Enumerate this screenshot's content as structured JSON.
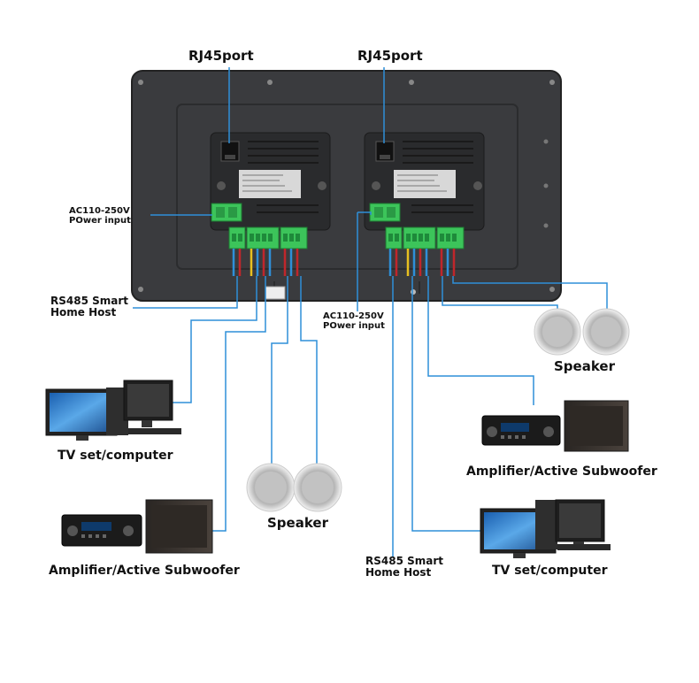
{
  "labels": {
    "rj45_left": "RJ45port",
    "rj45_right": "RJ45port",
    "power_left_1": "AC110-250V",
    "power_left_2": "POwer input",
    "power_right_1": "AC110-250V",
    "power_right_2": "POwer input",
    "rs485_left_1": "RS485 Smart",
    "rs485_left_2": "Home Host",
    "rs485_right_1": "RS485 Smart",
    "rs485_right_2": "Home Host",
    "tv_left": "TV set/computer",
    "tv_right": "TV set/computer",
    "amp_left": "Amplifier/Active Subwoofer",
    "amp_right": "Amplifier/Active Subwoofer",
    "speaker_left": "Speaker",
    "speaker_right": "Speaker"
  },
  "colors": {
    "panel": "#3a3b3e",
    "terminal_green": "#3cc45a",
    "wire_blue": "#2e8fd8",
    "wire_red": "#c0262b",
    "wire_yellow": "#e8c020"
  }
}
